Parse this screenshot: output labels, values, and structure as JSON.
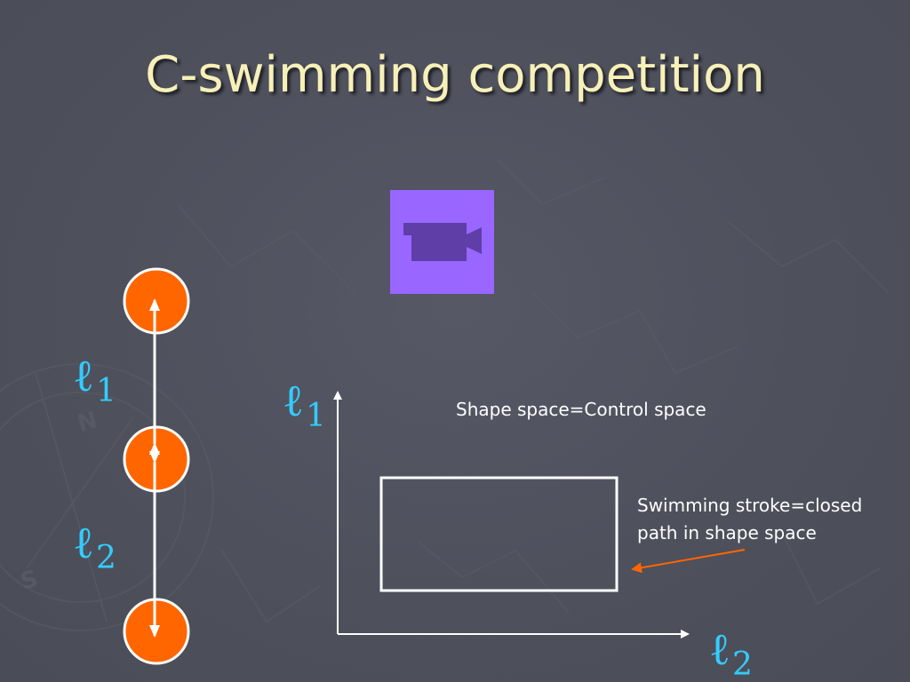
{
  "slide": {
    "title": "C-swimming competition",
    "media": {
      "icon": "video-camera-icon",
      "background": "#9966ff",
      "icon_color": "#5f3ea8"
    }
  },
  "labels": {
    "ell": "ℓ",
    "one": "1",
    "two": "2"
  },
  "captions": {
    "shape_space": "Shape space=Control space",
    "stroke_line1": "Swimming stroke=closed",
    "stroke_line2": "path in shape space"
  },
  "colors": {
    "title": "#f7f0b8",
    "node_fill": "#ff6600",
    "node_stroke": "#ffffff",
    "label": "#33ccff",
    "pointer": "#ff6600",
    "background": "#4e505c"
  }
}
